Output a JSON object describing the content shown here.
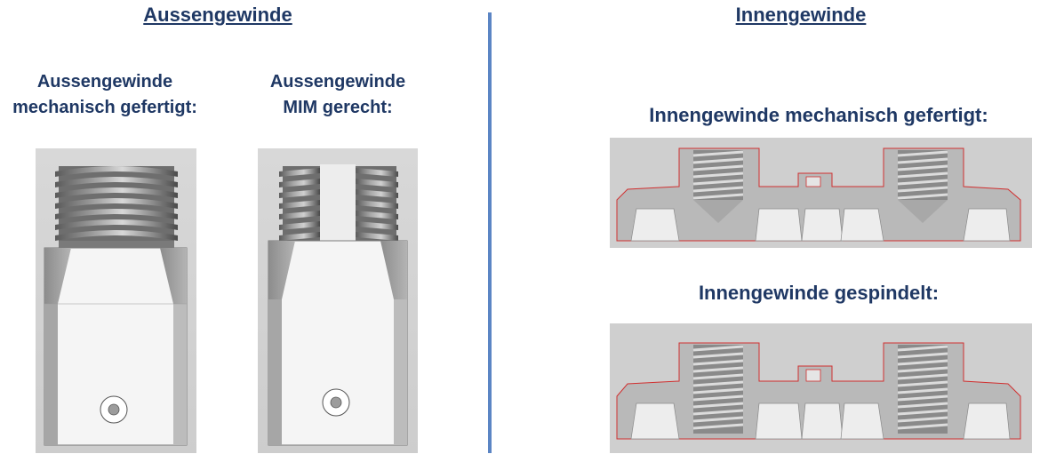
{
  "left": {
    "heading": "Aussengewinde",
    "items": [
      {
        "line1": "Aussengewinde",
        "line2": "mechanisch gefertigt:"
      },
      {
        "line1": "Aussengewinde",
        "line2": "MIM gerecht:"
      }
    ]
  },
  "right": {
    "heading": "Innengewinde",
    "items": [
      {
        "label": "Innengewinde mechanisch gefertigt:"
      },
      {
        "label": "Innengewinde gespindelt:"
      }
    ]
  },
  "colors": {
    "title_text": "#1f3864",
    "divider": "#5b85c4",
    "part_grey": "#c8c8c8",
    "section_outline": "#d03030"
  }
}
